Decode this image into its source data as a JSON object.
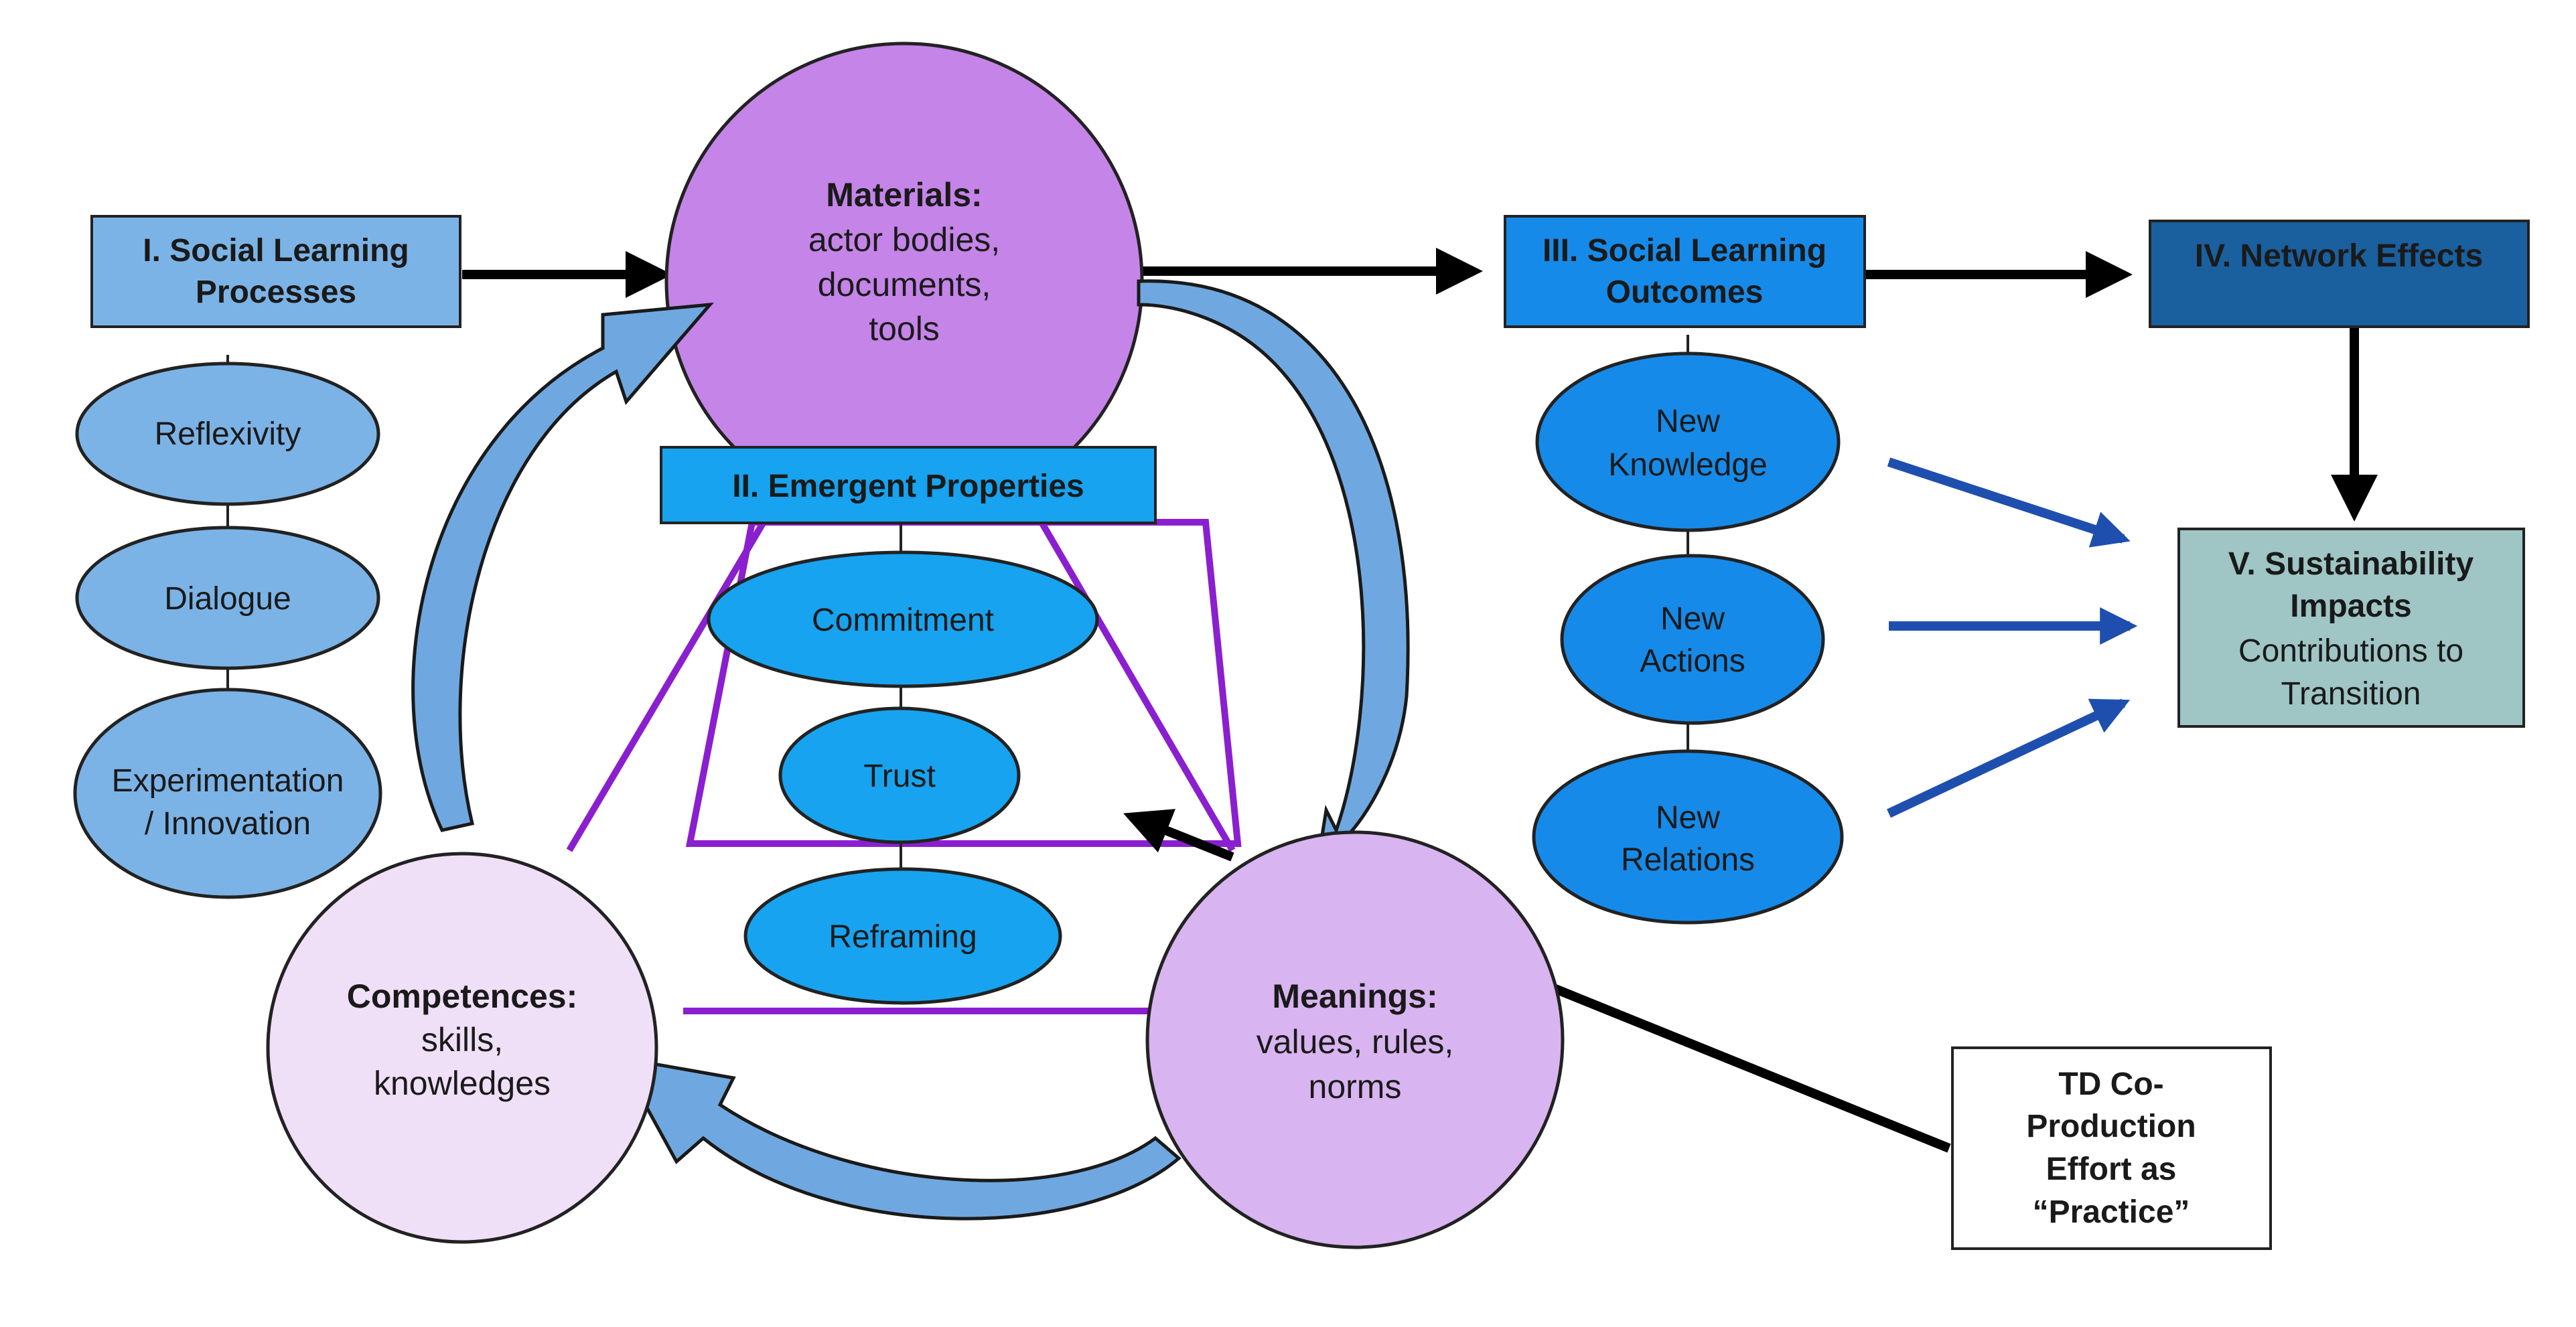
{
  "processes": {
    "title_line1": "I. Social Learning",
    "title_line2": "Processes",
    "items": [
      "Reflexivity",
      "Dialogue",
      "Experimentation",
      "/ Innovation"
    ]
  },
  "materials": {
    "title": "Materials:",
    "line1": "actor bodies,",
    "line2": "documents,",
    "line3": "tools"
  },
  "emergent": {
    "title": "II. Emergent Properties",
    "items": [
      "Commitment",
      "Trust",
      "Reframing"
    ]
  },
  "competences": {
    "title": "Competences:",
    "line1": "skills,",
    "line2": "knowledges"
  },
  "meanings": {
    "title": "Meanings:",
    "line1": "values, rules,",
    "line2": "norms"
  },
  "outcomes": {
    "title_line1": "III. Social Learning",
    "title_line2": "Outcomes",
    "items": [
      {
        "line1": "New",
        "line2": "Knowledge"
      },
      {
        "line1": "New",
        "line2": "Actions"
      },
      {
        "line1": "New",
        "line2": "Relations"
      }
    ]
  },
  "network": {
    "title": "IV. Network Effects"
  },
  "sustainability": {
    "title_line1": "V. Sustainability",
    "title_line2": "Impacts",
    "line3": "Contributions to",
    "line4": "Transition"
  },
  "td": {
    "line1": "TD Co-",
    "line2": "Production",
    "line3": "Effort as",
    "line4": "“Practice”"
  },
  "colors": {
    "processes": "#7cb3e6",
    "materials": "#c584e8",
    "emergent": "#17a3ef",
    "competences": "#efdff7",
    "meanings": "#d8b4f0",
    "outcomes": "#168ae8",
    "network": "#1a5f9e",
    "sustainability": "#9fc5c5",
    "triangle": "#8a1fcf",
    "cycle_arrow": "#6fa8e0",
    "blue_arrow": "#1f4fae"
  }
}
